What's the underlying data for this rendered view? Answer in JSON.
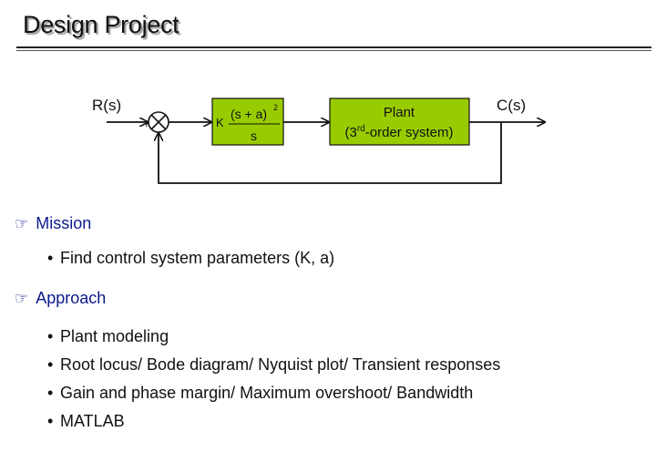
{
  "slide": {
    "title": "Design Project"
  },
  "diagram": {
    "input_label": "R(s)",
    "output_label": "C(s)",
    "summing_sign": "+",
    "controller": {
      "gain": "K",
      "numerator": "(s + a)",
      "exponent": "2",
      "denominator": "s",
      "fill": "#99cc00"
    },
    "plant": {
      "line1": "Plant",
      "line2_pre": "(3",
      "line2_sup": "rd",
      "line2_post": "-order system)",
      "fill": "#99cc00"
    }
  },
  "sections": [
    {
      "icon": "pointing-hand-icon",
      "heading": "Mission",
      "bullets": [
        "Find control system parameters (K, a)"
      ]
    },
    {
      "icon": "pointing-hand-icon",
      "heading": "Approach",
      "bullets": [
        "Plant modeling",
        "Root locus/ Bode diagram/ Nyquist plot/ Transient responses",
        "Gain and phase margin/ Maximum overshoot/ Bandwidth",
        "MATLAB"
      ]
    }
  ],
  "colors": {
    "heading_blue": "#0d1a8c",
    "block_green": "#99cc00"
  }
}
